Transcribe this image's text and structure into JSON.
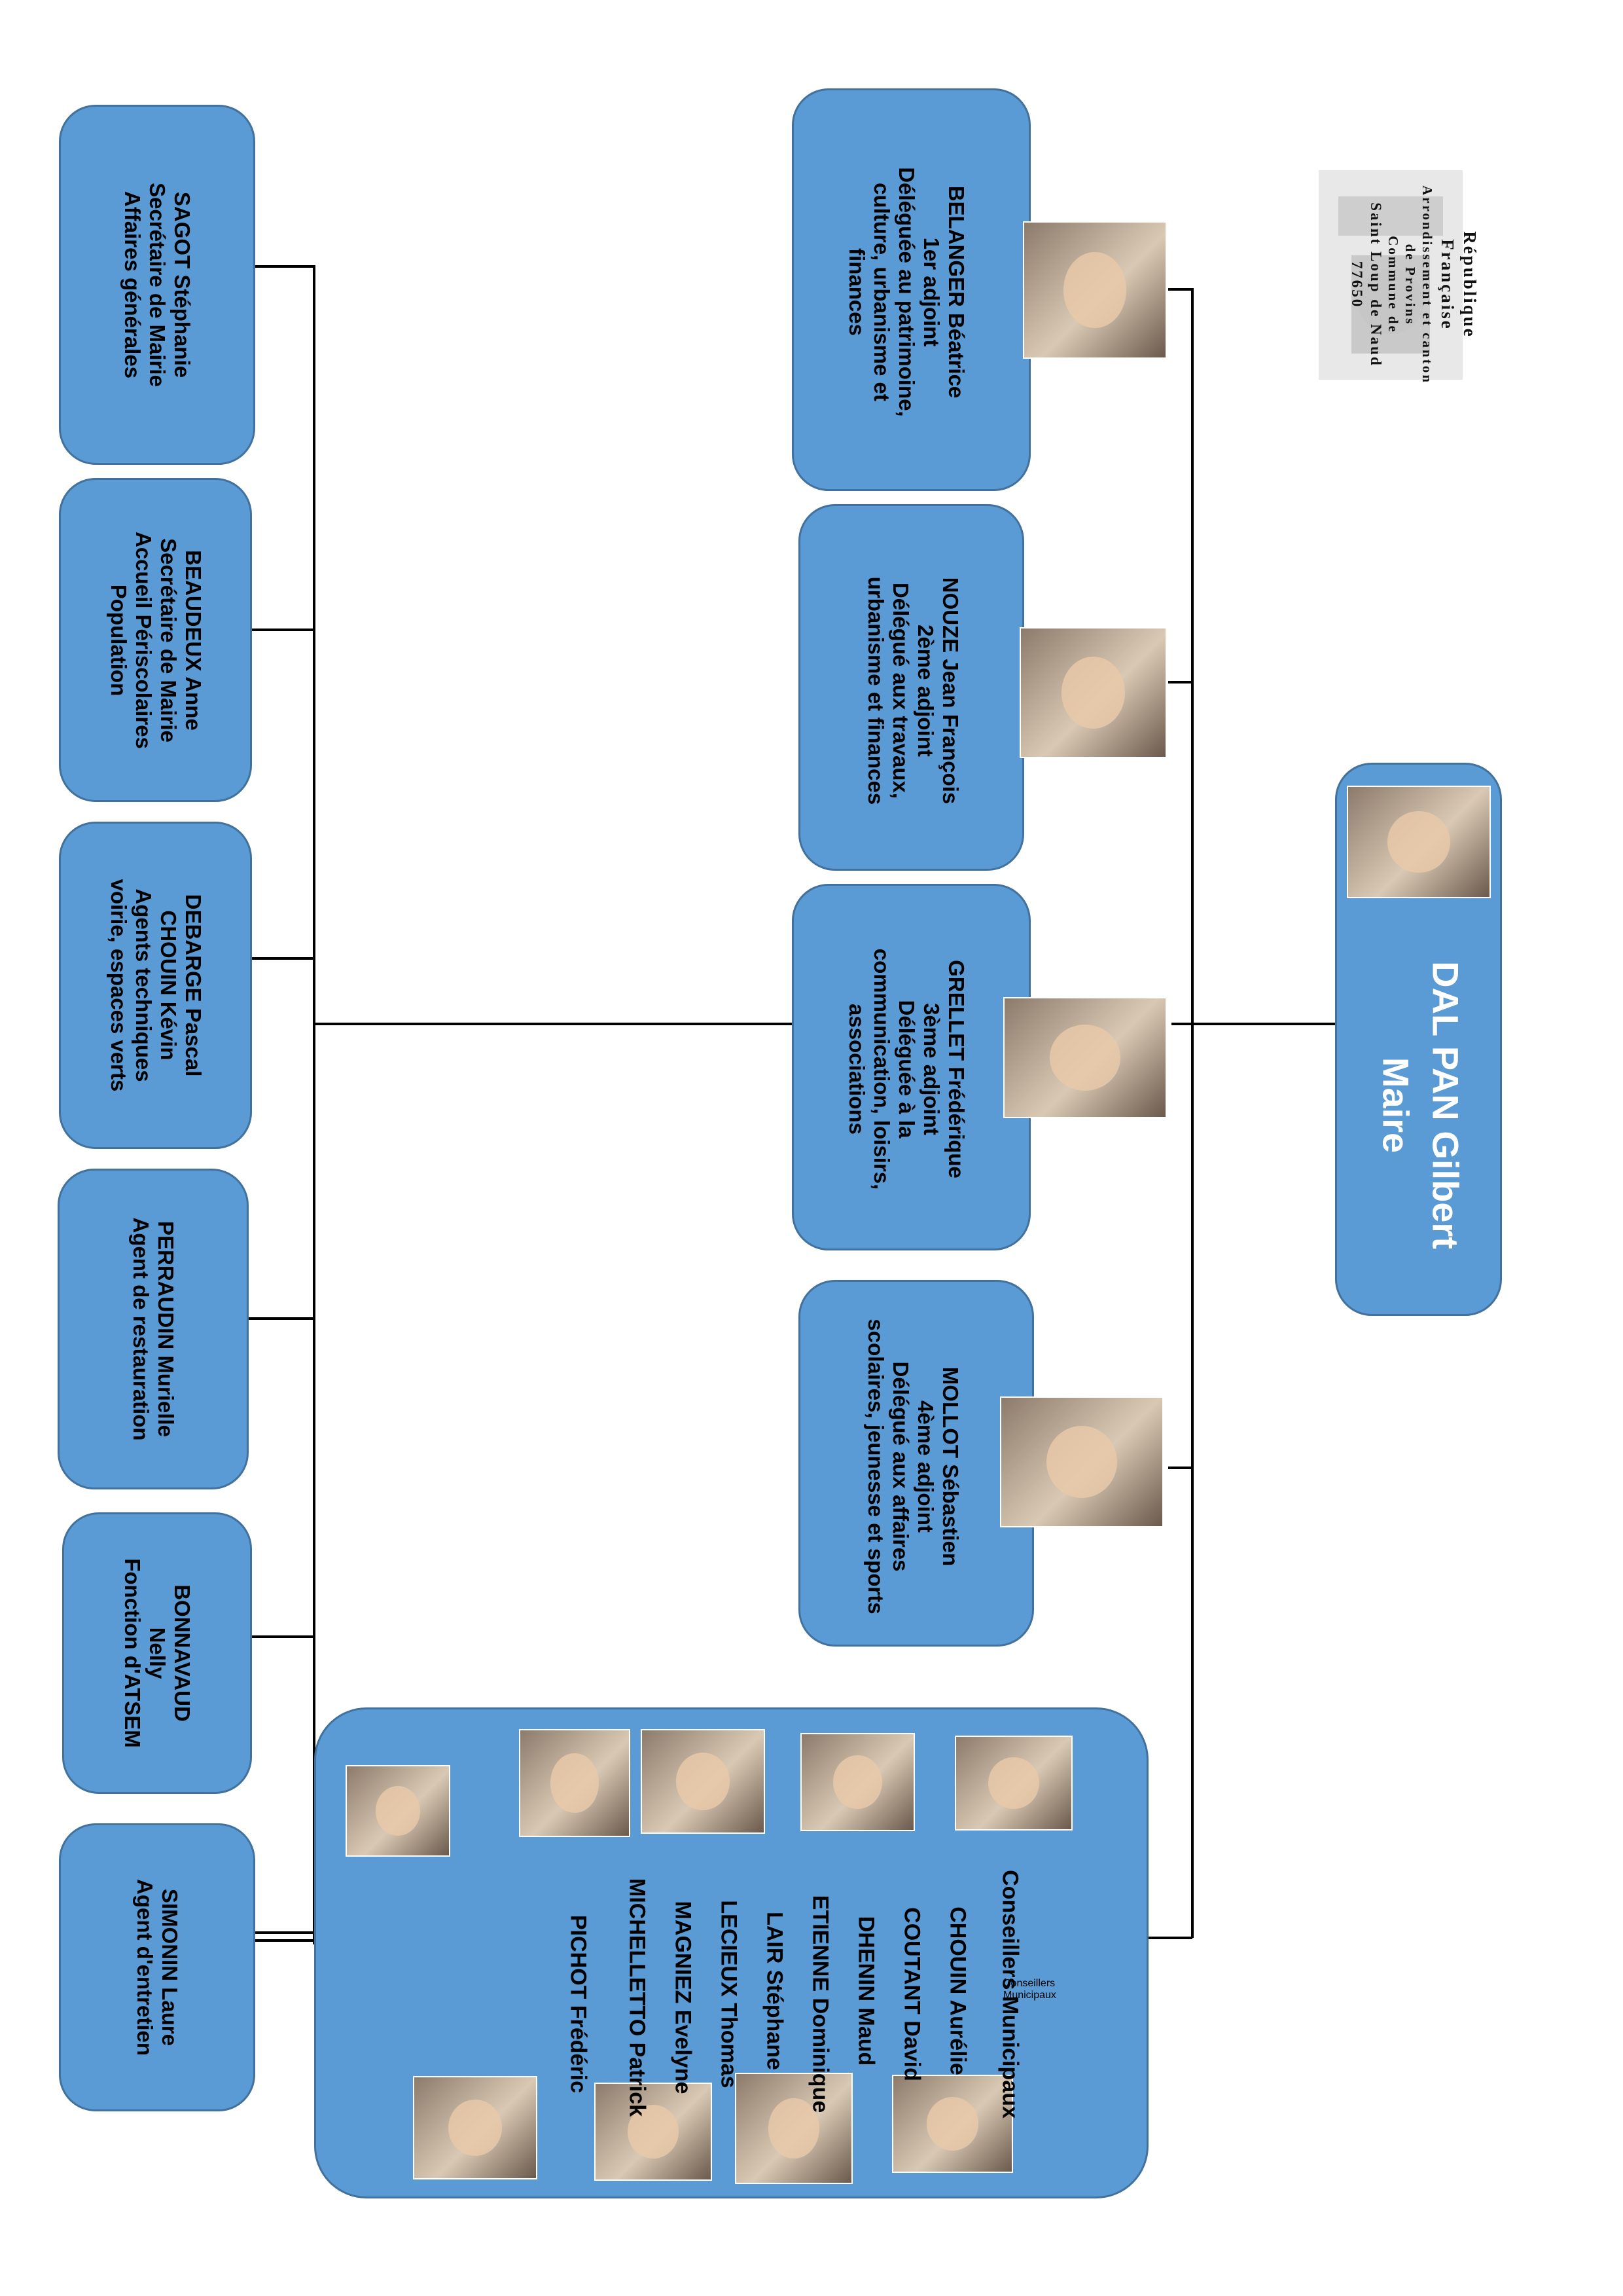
{
  "header": {
    "lines": [
      "République",
      "Française",
      "Arrondissement et canton",
      "de Provins",
      "Commune de",
      "Saint Loup de Naud",
      "77650"
    ]
  },
  "mayor": {
    "name": "DAL PAN Gilbert",
    "title": "Maire"
  },
  "deputies": [
    {
      "name": "BELANGER Béatrice",
      "rank": "1er adjoint",
      "role_lines": [
        "Déléguée au patrimoine,",
        "culture, urbanisme et",
        "finances"
      ]
    },
    {
      "name": "NOUZE Jean François",
      "rank": "2ème adjoint",
      "role_lines": [
        "Délégué aux travaux,",
        "urbanisme et finances"
      ]
    },
    {
      "name": "GRELLET Frédérique",
      "rank": "3ème adjoint",
      "role_lines": [
        "Déléguée à la",
        "communication, loisirs,",
        "associations"
      ]
    },
    {
      "name": "MOLLOT Sébastien",
      "rank": "4ème adjoint",
      "role_lines": [
        "Délégué aux affaires",
        "scolaires, jeunesse et sports"
      ]
    }
  ],
  "council": {
    "title": "Conseillers Municipaux",
    "members": [
      "CHOUIN Aurélie",
      "COUTANT David",
      "DHENIN Maud",
      "ETIENNE Dominique",
      "LAIR Stéphane",
      "LECIEUX Thomas",
      "MAGNIEZ Evelyne",
      "MICHELLETTO Patrick",
      "PICHOT Frédéric"
    ]
  },
  "staff": [
    {
      "lines": [
        "SAGOT Stéphanie",
        "Secrétaire de Mairie",
        "Affaires générales"
      ]
    },
    {
      "lines": [
        "BEAUDEUX Anne",
        "Secrétaire de Mairie",
        "Accueil Périscolaires",
        "Population"
      ]
    },
    {
      "lines": [
        "DEBARGE Pascal",
        "CHOUIN Kévin",
        "Agents techniques",
        "voirie, espaces verts"
      ]
    },
    {
      "lines": [
        "PERRAUDIN Murielle",
        "Agent de restauration"
      ]
    },
    {
      "lines": [
        "BONNAVAUD",
        "Nelly",
        "Fonction d'ATSEM"
      ]
    },
    {
      "lines": [
        "SIMONIN Laure",
        "Agent d'entretien"
      ]
    }
  ]
}
